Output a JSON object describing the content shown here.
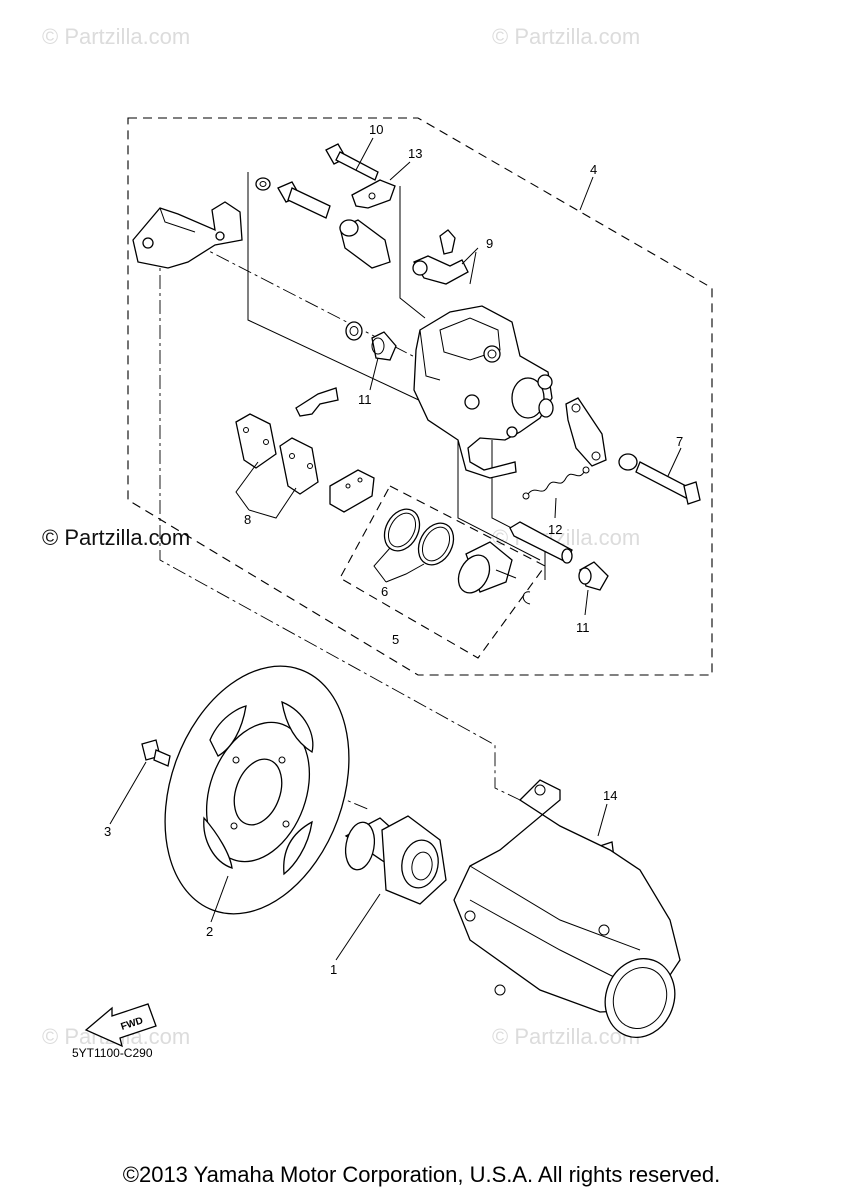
{
  "watermarks": {
    "top_left": "© Partzilla.com",
    "top_right": "© Partzilla.com",
    "mid_left": "© Partzilla.com",
    "mid_right": "© Partzilla.com",
    "bottom_left": "© Partzilla.com",
    "bottom_right": "© Partzilla.com"
  },
  "callouts": {
    "c1": "1",
    "c2": "2",
    "c3": "3",
    "c4": "4",
    "c5": "5",
    "c6": "6",
    "c7": "7",
    "c8": "8",
    "c9": "9",
    "c10": "10",
    "c11a": "11",
    "c11b": "11",
    "c12": "12",
    "c13": "13",
    "c14": "14"
  },
  "fwd_label": "FWD",
  "diagram_code": "5YT1100-C290",
  "copyright": "©2013 Yamaha Motor Corporation, U.S.A. All rights reserved."
}
